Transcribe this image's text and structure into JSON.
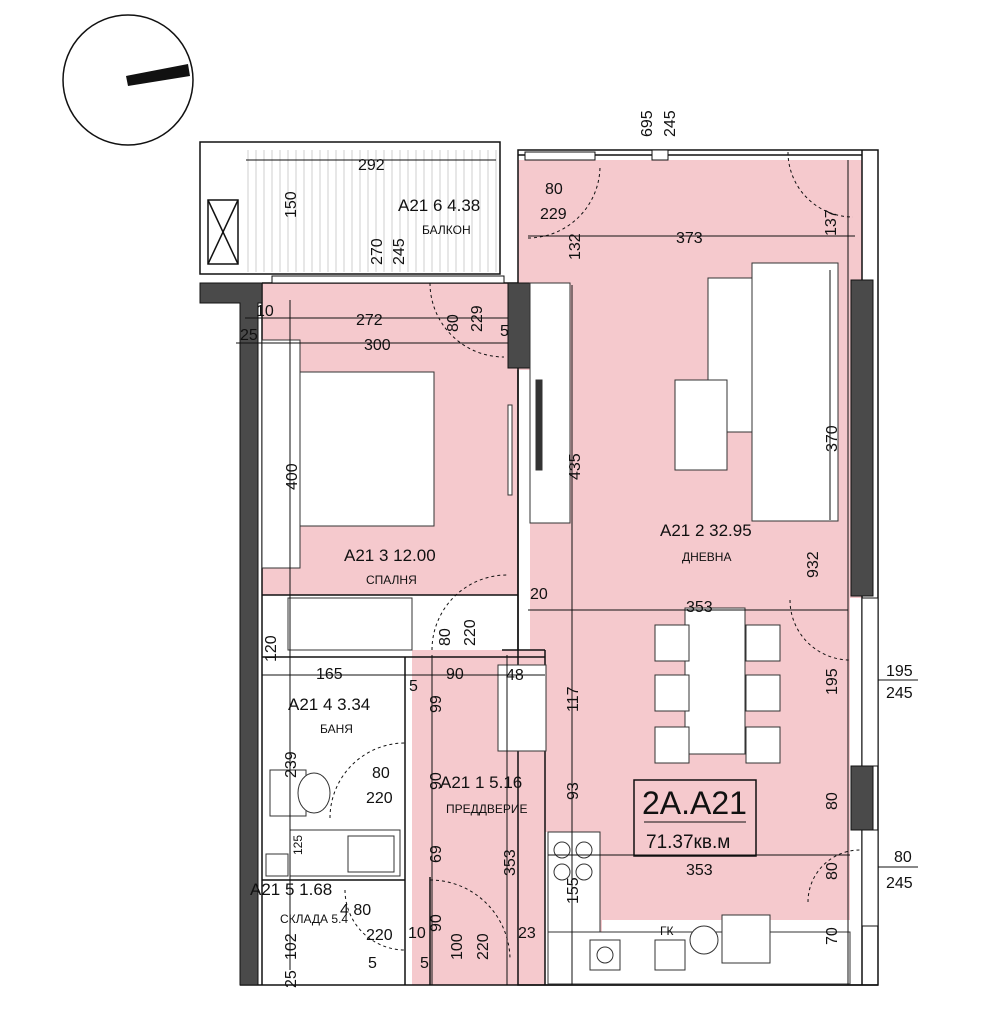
{
  "apartment": {
    "code": "2A.A21",
    "area": "71.37кв.м"
  },
  "rooms": [
    {
      "id": "balcony",
      "code": "A21 6 4.38",
      "name": "БАЛКОН"
    },
    {
      "id": "bedroom",
      "code": "A21 3 12.00",
      "name": "СПАЛНЯ"
    },
    {
      "id": "living",
      "code": "A21 2 32.95",
      "name": "ДНЕВНА"
    },
    {
      "id": "bath",
      "code": "A21 4 3.34",
      "name": "БАНЯ"
    },
    {
      "id": "hall",
      "code": "A21 1   5.16",
      "name": "ПРЕДДВЕРИЕ"
    },
    {
      "id": "storage",
      "code": "A21 5 1.68",
      "name": "СКЛАДА 5.4"
    }
  ],
  "dims": {
    "d292": "292",
    "d150": "150",
    "d270": "270",
    "d245a": "245",
    "d695": "695",
    "d245b": "245",
    "d80a": "80",
    "d229a": "229",
    "d132": "132",
    "d373": "373",
    "d137": "137",
    "d10a": "10",
    "d272": "272",
    "d80b": "80",
    "d229b": "229",
    "d5a": "5",
    "d25a": "25",
    "d300": "300",
    "d400": "400",
    "d435": "435",
    "d370": "370",
    "d932": "932",
    "d20": "20",
    "d353a": "353",
    "d80c": "80",
    "d220a": "220",
    "d120": "120",
    "d165": "165",
    "d90a": "90",
    "d48": "48",
    "d5b": "5",
    "d99": "99",
    "d117": "117",
    "d195a": "195",
    "d195b": "195",
    "d245c": "245",
    "d239": "239",
    "d80d": "80",
    "d220b": "220",
    "d90b": "90",
    "d93": "93",
    "d353b": "353",
    "d80e": "80",
    "d125": "125",
    "d69": "69",
    "d353c": "353",
    "d80f": "80",
    "d245d": "245",
    "d80g": "80",
    "d155": "155",
    "d480": "4 80",
    "d220c": "220",
    "d10b": "10",
    "d90c": "90",
    "d100": "100",
    "d220d": "220",
    "d23": "23",
    "d70": "70",
    "d102": "102",
    "d25b": "25",
    "d5c": "5",
    "d5d": "5",
    "gk": "ГК"
  }
}
